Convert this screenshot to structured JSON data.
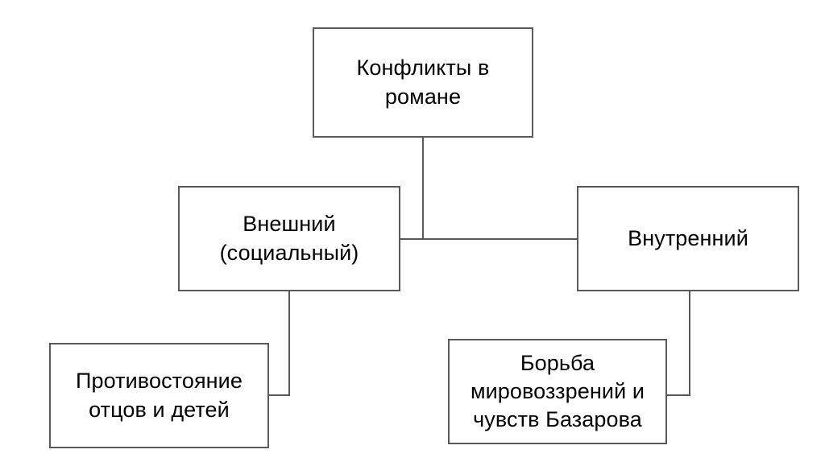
{
  "diagram": {
    "title_node": {
      "id": "root",
      "label": "Конфликты в\nромане"
    },
    "level2": [
      {
        "id": "external",
        "label": "Внешний\n(социальный)"
      },
      {
        "id": "internal",
        "label": "Внутренний"
      }
    ],
    "level3": [
      {
        "id": "generations",
        "label": "Противостояние\nотцов и детей"
      },
      {
        "id": "worldviews",
        "label": "Борьба\nмировоззрений и\nчувств Базарова"
      }
    ],
    "style": {
      "background": "#ffffff",
      "border_color": "#58595b",
      "text_color": "#000000",
      "connector_color": "#58595b"
    }
  }
}
